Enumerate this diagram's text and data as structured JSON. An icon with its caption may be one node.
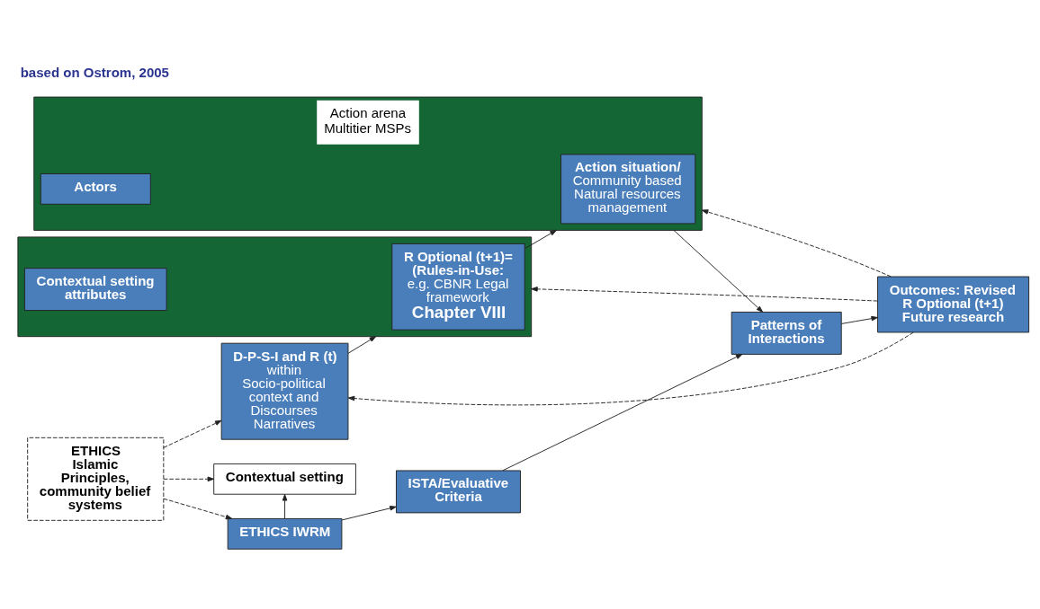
{
  "diagram": {
    "nodes": [
      {
        "text": [
          "Contextual setting"
        ]
      },
      {
        "text": [
          "ETHICS",
          "Islamic Principles, community belief systems"
        ]
      },
      {
        "text": [
          "D-P-S-I and R (t)",
          "within Socio-political context and Discourses Narratives"
        ]
      },
      {
        "text": [],
        "shape": "box"
      },
      {
        "text": [
          "R Optional (t+1)= (Rules-in-Use:",
          "e.g. CBNR Legal framework",
          "Chapter VIII"
        ],
        "in": 3
      },
      {
        "text": [
          "Contextual setting attributes"
        ],
        "in": 3
      },
      {
        "text": [
          "Action arena Multitier MSPs"
        ]
      },
      {
        "text": [
          "Action situation/",
          "Community based Natural resources management"
        ],
        "in": 6
      },
      {
        "text": [
          "Actors"
        ],
        "in": 6
      },
      {
        "text": [
          "ETHICS IWRM"
        ]
      },
      {
        "text": [
          "ISTA/Evaluative Criteria"
        ]
      },
      {
        "text": [
          "Patterns of Interactions"
        ]
      },
      {
        "text": [
          "Outcomes: Revised R Optional (t+1) Future research"
        ]
      }
    ],
    "edges": [
      {
        "from": 1,
        "to": 2,
        "arrow": "to",
        "style": "dashed"
      },
      {
        "from": 1,
        "to": 0,
        "arrow": "to",
        "style": "dashed"
      },
      {
        "from": 1,
        "to": 9,
        "arrow": "to",
        "style": "dashed"
      },
      {
        "from": 9,
        "to": 0,
        "arrow": "to"
      },
      {
        "from": 2,
        "to": 3,
        "arrow": "to"
      },
      {
        "from": 4,
        "to": 6,
        "arrow": "to"
      },
      {
        "from": 6,
        "to": 11,
        "arrow": "to"
      },
      {
        "from": 9,
        "to": 10,
        "arrow": "to"
      },
      {
        "from": 10,
        "to": 11,
        "arrow": "to"
      },
      {
        "from": 11,
        "to": 12,
        "arrow": "to"
      },
      {
        "from": 12,
        "to": 2,
        "arrow": "to",
        "style": "dashed"
      },
      {
        "from": 12,
        "to": 3,
        "arrow": "to",
        "style": "dashed"
      },
      {
        "from": 12,
        "to": 6,
        "arrow": "to",
        "style": "dashed"
      }
    ],
    "labels": [
      "based on Ostrom, 2005"
    ]
  }
}
